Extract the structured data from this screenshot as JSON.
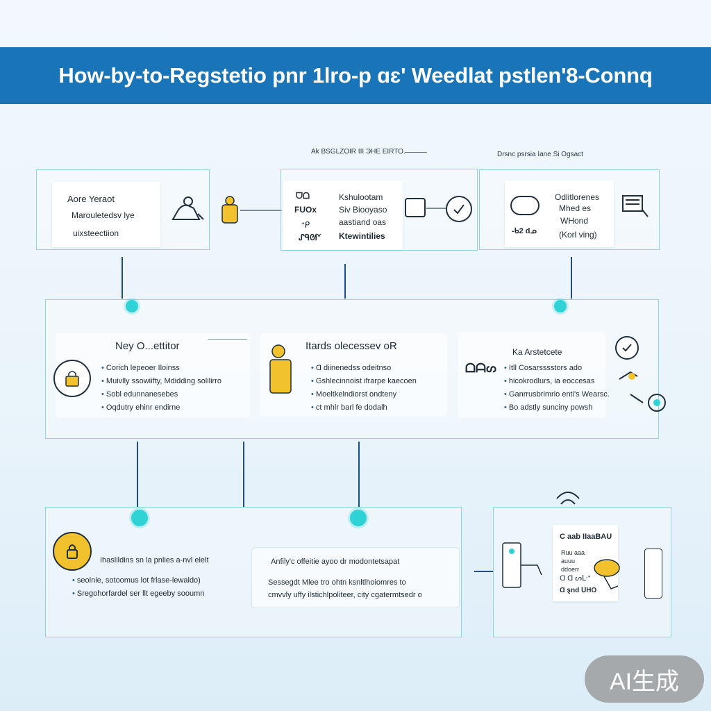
{
  "banner": {
    "title": "How-by-to-Regstetio pnr 1lro-p ɑɛ' Weedlat pstlen'8-Connq"
  },
  "captions": {
    "center_top": "Ak BSGLZOIR III ЭНЕ EIRTO.",
    "right_top": "Drsnc  psrsia Iane Si  Ogsact"
  },
  "row1": {
    "left": {
      "lines": [
        "Aore Yeraot",
        "Marouletedsv lye",
        "uixsteectiion"
      ]
    },
    "center": {
      "left_col": [
        "ᗜᗝ",
        "FUOx",
        "ᐩᑭ",
        "ᔑᑫᘛᘁ"
      ],
      "right_col": [
        "Kshulootam",
        "Siv Biooyaso",
        "aastiand oas",
        "Ktewintilies"
      ]
    },
    "right": {
      "lines": [
        "Odlitlorenes",
        "Mhed es",
        "WHond",
        "(Korl ving)"
      ],
      "tag": "-ᑲ2 dᓄ"
    }
  },
  "row2": {
    "left": {
      "heading": "Ney O...ettitor",
      "items": [
        "Corich lepeoer Iloinss",
        "Muivlly ssowiifty, Mdidding solilirro",
        "Sobl edunnanesebes",
        "Oqdutry ehinr endirne"
      ]
    },
    "center": {
      "heading": "Itards olecessev oR",
      "items": [
        "Ɑ diinenedss odeitnso",
        "Gshlecinnoist ifrarpe kaecoen",
        "Moeltkelndiorst ondteny",
        "ct mhlr barl fe dodalh"
      ]
    },
    "right": {
      "heading": "Ka Arstetcete",
      "label": "ᗝᗩᔕ",
      "items": [
        "Itll Cosarsssstors ado",
        "hicokrodlurs,  ia eoccesas",
        "Ganrrusbrimrio enti's Wearsc.",
        "Bo adstly sunciny powsh"
      ]
    }
  },
  "row3": {
    "left": {
      "title_line": "Ihaslildins sn la pnlies a-nvl elelt",
      "items": [
        "seolnie, sotoomus lot frlase-lewaldo)",
        "Sregohorfardel ser llt egeeby sooumn"
      ]
    },
    "center": {
      "title_line": "Anfily'c offeitie ayoo dr modontetsapat",
      "items": [
        "Sessegdt Mlee tro ohtn ksnltlhoiomres to",
        "cmvvly uffy ilstichlpoliteer, city cgatermtsedr o"
      ]
    },
    "right": {
      "card_title": "C aab IIaaBAU",
      "card_lines": [
        "Ruu aaa",
        "auuu",
        "ddoerr",
        "Ɑ Ɑ ᔕᒷᐩ",
        "Ɑ ȿnd ᑌHO"
      ]
    }
  },
  "watermark": "AI生成",
  "colors": {
    "banner": "#1a74b8",
    "panel_border": "#8fd3dc",
    "connector": "#1e4e86",
    "node": "#2fd3d6",
    "accent_yellow": "#f2c22e"
  }
}
